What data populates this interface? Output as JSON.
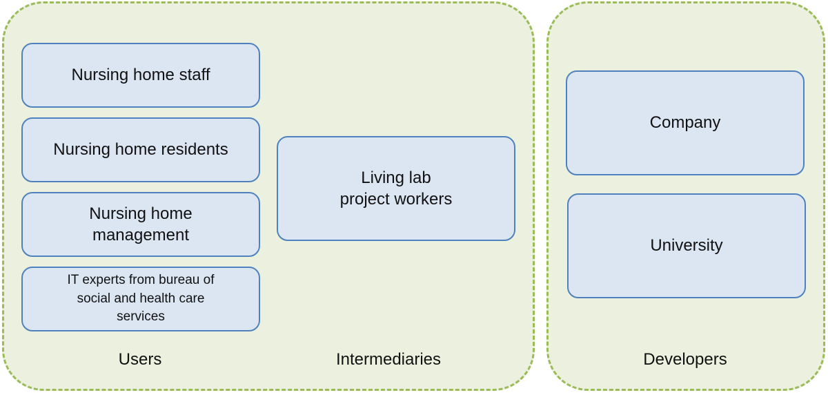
{
  "groups": {
    "users": {
      "label": "Users",
      "boxes": [
        {
          "lines": [
            "Nursing home staff"
          ]
        },
        {
          "lines": [
            "Nursing home residents"
          ]
        },
        {
          "lines": [
            "Nursing home",
            "management"
          ]
        },
        {
          "lines": [
            "IT experts from bureau of",
            "social and health care",
            "services"
          ]
        }
      ]
    },
    "intermediaries": {
      "label": "Intermediaries",
      "boxes": [
        {
          "lines": [
            "Living lab",
            "project workers"
          ]
        }
      ]
    },
    "developers": {
      "label": "Developers",
      "boxes": [
        {
          "lines": [
            "Company"
          ]
        },
        {
          "lines": [
            "University"
          ]
        }
      ]
    }
  },
  "colors": {
    "group_fill": "#ebf1de",
    "group_border": "#9bbb59",
    "box_fill": "#dce6f2",
    "box_border": "#4f81bd"
  }
}
